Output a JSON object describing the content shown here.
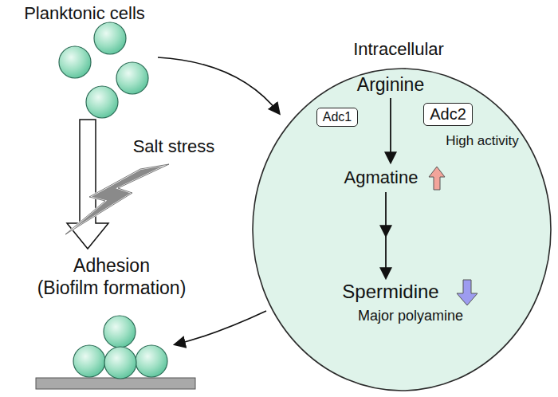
{
  "diagram": {
    "nodes": [
      {
        "text": [
          "Intracellular",
          "Arginine",
          "High activity",
          "Agmatine",
          "Spermidine",
          "Major polyamine"
        ]
      },
      {
        "text": [
          "Adc1"
        ],
        "in": 0
      },
      {
        "text": [
          "Adc2"
        ],
        "in": 0
      }
    ],
    "labels": [
      "Planktonic cells",
      "Salt stress",
      "Adhesion",
      "(Biofilm formation)"
    ]
  }
}
